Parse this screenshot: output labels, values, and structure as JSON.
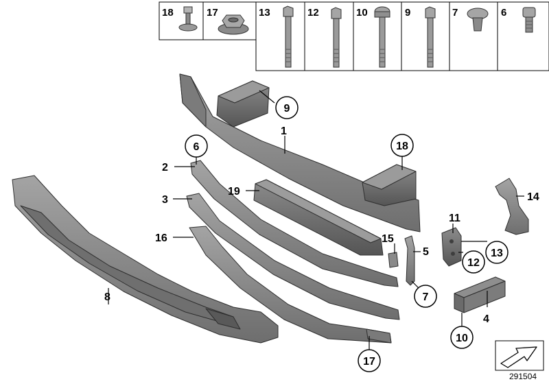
{
  "header_parts": [
    "18",
    "17",
    "13",
    "12",
    "10",
    "9",
    "7",
    "6"
  ],
  "callouts": {
    "c1": "1",
    "c2": "2",
    "c3": "3",
    "c4": "4",
    "c5": "5",
    "c6": "6",
    "c7": "7",
    "c8": "8",
    "c9": "9",
    "c10": "10",
    "c11": "11",
    "c12": "12",
    "c13": "13",
    "c14": "14",
    "c15": "15",
    "c16": "16",
    "c17": "17",
    "c18": "18",
    "c19": "19"
  },
  "diagram_number": "291504",
  "colors": {
    "part_dark": "#6b6b6b",
    "part_mid": "#8a8a8a",
    "part_light": "#a8a8a8",
    "outline": "#2e2e2e"
  }
}
